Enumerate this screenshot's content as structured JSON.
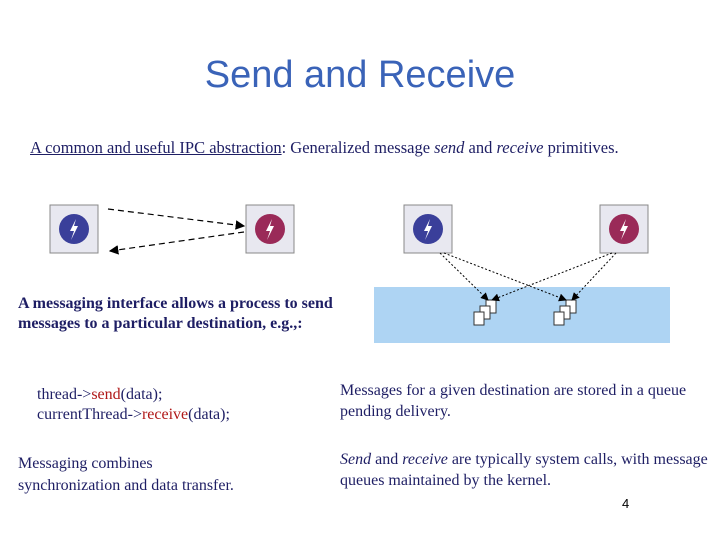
{
  "title": "Send and Receive",
  "intro": {
    "underlined": "A common and useful IPC abstraction",
    "text1": ": Generalized message ",
    "send": "send",
    "and": " and ",
    "receive": "receive",
    "text2": " primitives."
  },
  "messaging_interface": "A messaging interface allows a process to send messages to a particular destination, e.g.,:",
  "code": {
    "line1_prefix": "thread->",
    "line1_call": "send",
    "line1_suffix": "(data);",
    "line2_prefix": "currentThread->",
    "line2_call": "receive",
    "line2_suffix": "(data);"
  },
  "combines": {
    "line1": "Messaging combines",
    "line2": "synchronization and data transfer."
  },
  "queue_text": "Messages for a given destination are stored in a queue pending delivery.",
  "syscall": {
    "send": "Send",
    "and": " and ",
    "receive": "receive",
    "rest": " are typically system calls, with message queues maintained by the kernel."
  },
  "page_number": "4",
  "colors": {
    "title": "#3a63b8",
    "text": "#1e1e64",
    "code_call": "#b01818",
    "queue_fill": "#aed4f3",
    "thread_blue": "#3a3f9a",
    "thread_red": "#9a2a58"
  }
}
